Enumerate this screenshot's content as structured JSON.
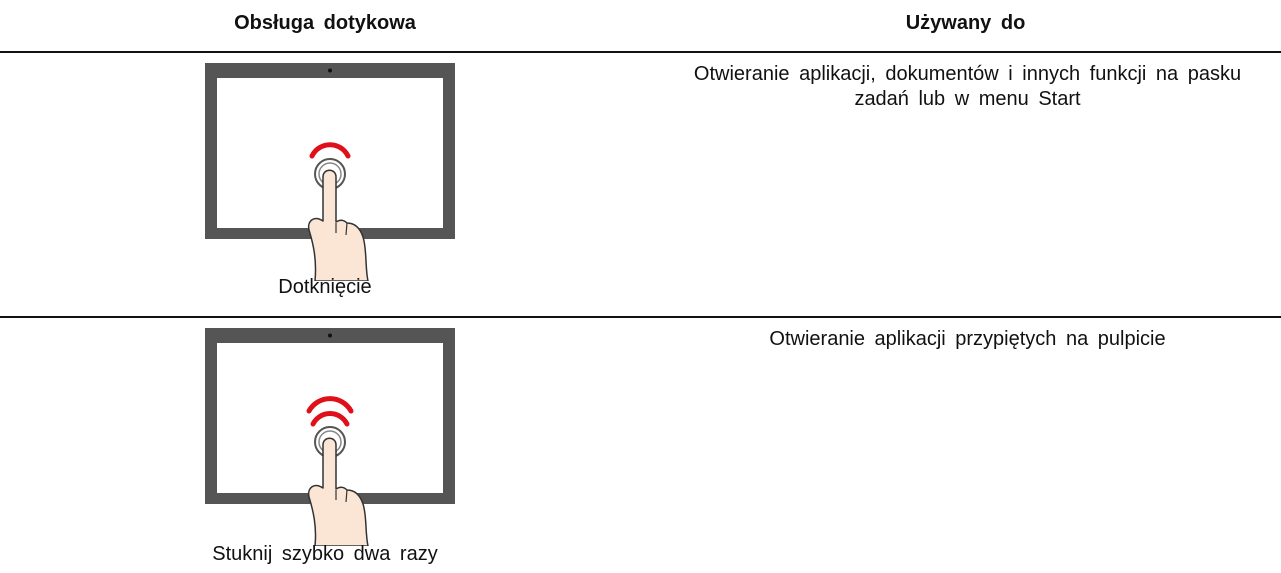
{
  "table": {
    "headers": {
      "gesture": "Obsługa dotykowa",
      "used_for": "Używany do"
    },
    "rows": [
      {
        "gesture_label": "Dotknięcie",
        "used_for": "Otwieranie aplikacji, dokumentów i innych funkcji na pasku zadań lub w menu Start",
        "illustration": "tablet-single-tap-icon",
        "tap_waves": 1
      },
      {
        "gesture_label": "Stuknij szybko dwa razy",
        "used_for": "Otwieranie aplikacji przypiętych na pulpicie",
        "illustration": "tablet-double-tap-icon",
        "tap_waves": 2
      }
    ]
  },
  "colors": {
    "rule": "#111111",
    "tablet_frame": "#555555",
    "wave": "#e0101a",
    "skin": "#fbe6d6",
    "outline": "#333333"
  }
}
